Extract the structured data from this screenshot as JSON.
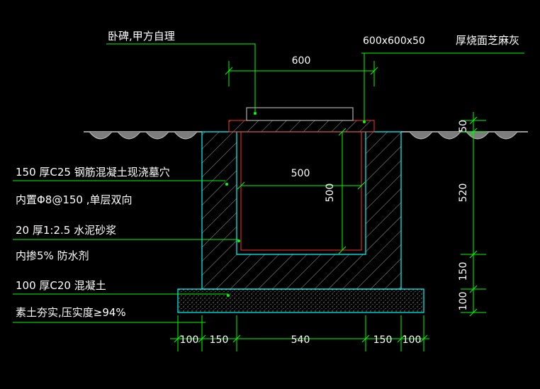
{
  "labels": {
    "stone": "卧碑,甲方自理",
    "slab_size": "600x600x50",
    "slab_finish": "厚烧面芝麻灰",
    "wall_1": "150  厚C25  钢筋混凝土现浇墓穴",
    "wall_2": "内置Φ8@150    ,单层双向",
    "mortar_1": "20  厚1:2.5  水泥砂浆",
    "mortar_2": "内掺5% 防水剂",
    "base_1": "100  厚C20  混凝土",
    "base_2": "素土夯实,压实度≥94%"
  },
  "dims": {
    "top": "600",
    "inner_w": "500",
    "inner_h": "500",
    "right_1": "50",
    "right_2": "520",
    "right_3": "150",
    "right_4": "100",
    "bottom_1": "100",
    "bottom_2": "150",
    "bottom_3": "540",
    "bottom_4": "150",
    "bottom_5": "100"
  },
  "colors": {
    "background": "#000000",
    "dim_line": "#00ff00",
    "outline": "#00ffff",
    "inner": "#ff0000",
    "text": "#ffffff"
  }
}
